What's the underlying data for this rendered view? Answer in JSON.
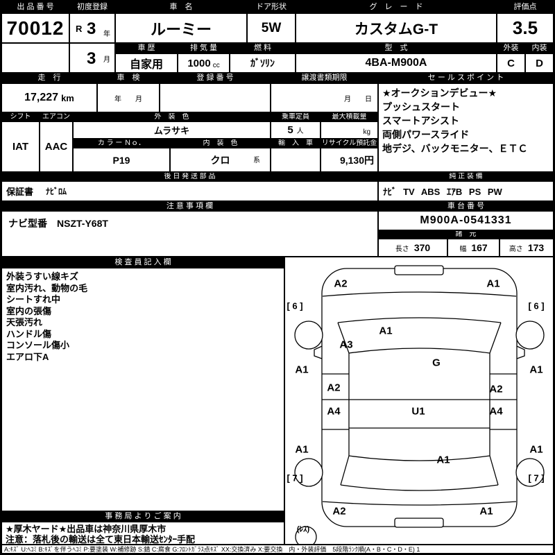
{
  "top": {
    "lot": {
      "label": "出 品 番 号",
      "value": "70012"
    },
    "first_reg": {
      "label": "初度登録",
      "era": "R",
      "year": "3",
      "year_unit": "年",
      "month": "3",
      "month_unit": "月"
    },
    "car_name": {
      "label": "車　名",
      "value": "ルーミー"
    },
    "door": {
      "label": "ドア形状",
      "value": "5W"
    },
    "grade": {
      "label": "グ　レ　ー　ド",
      "value": "カスタムG-T"
    },
    "score": {
      "label": "評価点",
      "value": "3.5"
    },
    "history": {
      "label": "車 歴",
      "value": "自家用"
    },
    "displacement": {
      "label": "排 気 量",
      "value": "1000",
      "unit": "cc"
    },
    "fuel": {
      "label": "燃 料",
      "value": "ｶﾞｿﾘﾝ"
    },
    "model": {
      "label": "型　式",
      "value": "4BA-M900A"
    },
    "exterior": {
      "label": "外装",
      "value": "C"
    },
    "interior": {
      "label": "内装",
      "value": "D"
    }
  },
  "mid": {
    "mileage": {
      "label": "走　行",
      "value": "17,227",
      "unit": "km"
    },
    "shaken": {
      "label": "車　検",
      "placeholder": "年　　月"
    },
    "reg_no": {
      "label": "登 録 番 号"
    },
    "transfer": {
      "label": "譲渡書類期限",
      "placeholder": "月　　日"
    },
    "shift": {
      "label": "シフト",
      "value": "IAT"
    },
    "aircon": {
      "label": "エアコン",
      "value": "AAC"
    },
    "ext_color": {
      "label": "外　装　色",
      "value": "ムラサキ"
    },
    "capacity": {
      "label": "乗車定員",
      "value": "5",
      "unit": "人"
    },
    "max_load": {
      "label": "最大積載量",
      "unit": "kg"
    },
    "color_no": {
      "label": "カ ラ ー Ｎｏ．",
      "value": "P19"
    },
    "int_color": {
      "label": "内　装　色",
      "value": "クロ",
      "suffix": "系"
    },
    "import_car": {
      "label": "輸　入　車"
    },
    "recycle": {
      "label": "リサイクル預託金",
      "value": "9,130円"
    },
    "later_parts": {
      "label": "後 日 発 送 部 品",
      "item": "保証書",
      "detail": "ﾅﾋﾞﾛﾑ"
    },
    "sales": {
      "label": "セ ー ル ス ポ イ ン ト",
      "items": [
        "★オークションデビュー★",
        "プッシュスタート",
        "スマートアシスト",
        "両側パワースライド",
        "地デジ、バックモニター、ＥＴＣ"
      ]
    },
    "equipment": {
      "label": "純 正 装 備",
      "value": "ﾅﾋﾞ TV ABS ｴｱB PS PW"
    }
  },
  "caution": {
    "label": "注 意 事 項 欄",
    "value": "ナビ型番　NSZT-Y68T"
  },
  "chassis": {
    "label": "車 台 番 号",
    "value": "M900A-0541331"
  },
  "specs": {
    "label": "諸　元",
    "length_label": "長さ",
    "length": "370",
    "width_label": "幅",
    "width": "167",
    "height_label": "高さ",
    "height": "173"
  },
  "inspection": {
    "label": "検 査 員 記 入 欄",
    "lines": [
      "外装うすい線キズ",
      "室内汚れ、動物の毛",
      "シートすれ中",
      "室内の張傷",
      "天張汚れ",
      "ハンドル傷",
      "コンソール傷小",
      "エアロ下A"
    ]
  },
  "office": {
    "label": "事 務 局 よ り ご 案 内",
    "lines": [
      "★厚木ヤード★出品車は神奈川県厚木市",
      "注意：落札後の輸送は全て東日本輸送ｾﾝﾀｰ手配"
    ]
  },
  "diagram": {
    "labels": [
      "A2",
      "A1",
      "[ 6 ]",
      "[ 6 ]",
      "A1",
      "A3",
      "A1",
      "G",
      "A1",
      "A2",
      "A2",
      "A4",
      "U1",
      "A4",
      "A1",
      "A1",
      "A1",
      "[ 7 ]",
      "[ 7 ]",
      "A2",
      "A1",
      "(ﾚｽ)"
    ]
  },
  "footer": {
    "legend": "A:ｷｽﾞ U:ﾍｺﾐ B:ｷｽﾞを伴うﾍｺﾐ P:要塗装 W:補修跡 S:錆 C:腐食 G:ﾌﾛﾝﾄｶﾞﾗｽ点ｷｽﾞ XX:交換済み X:要交換　内・外装評価　5段階ﾗﾝｸ順(A・B・C・D・E) 1"
  }
}
